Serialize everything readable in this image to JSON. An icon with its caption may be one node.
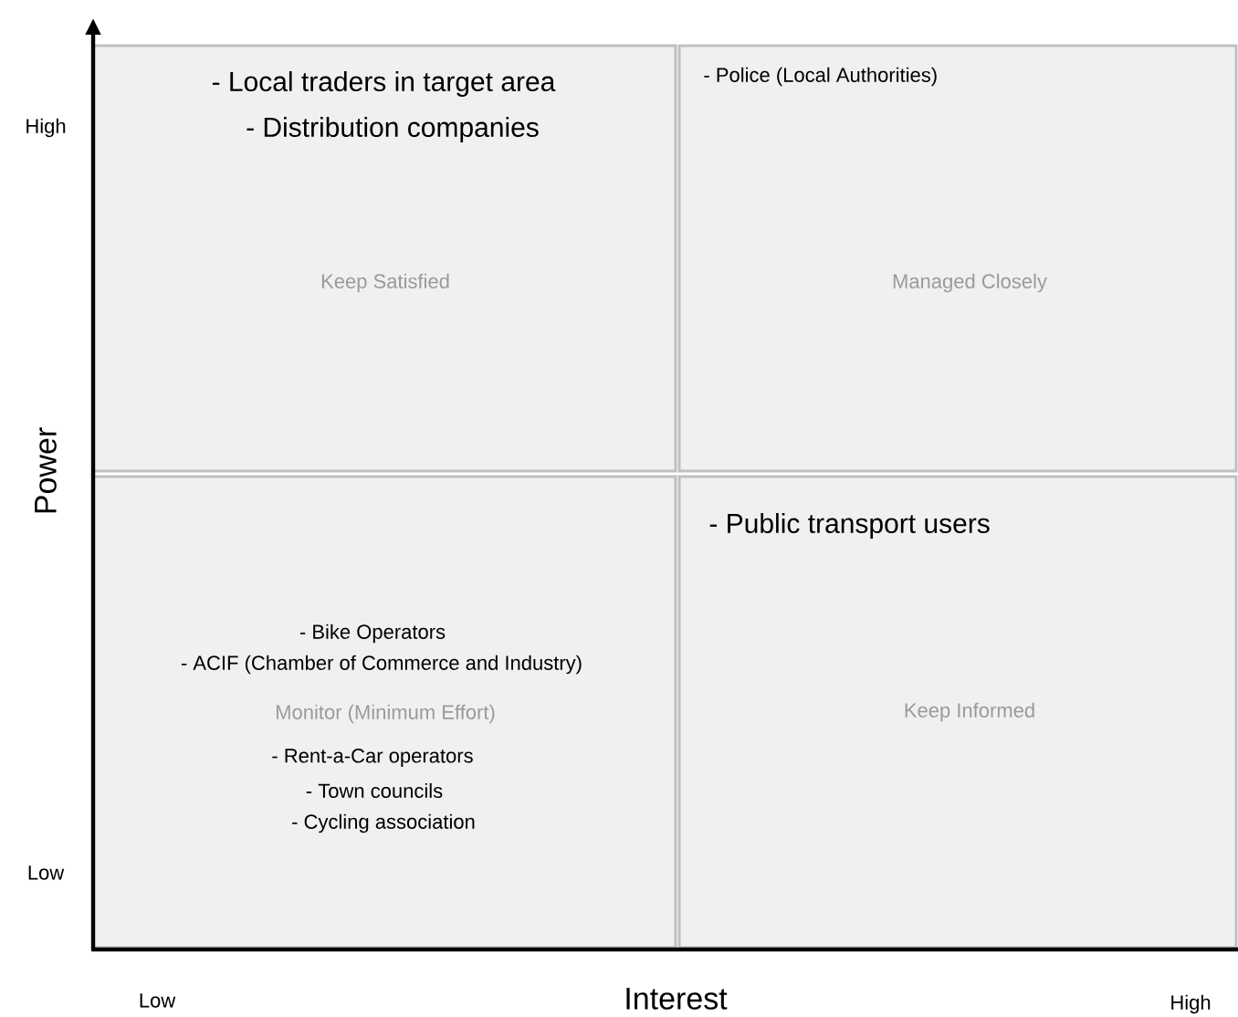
{
  "diagram": {
    "nodes": [
      {
        "text": [
          "- Local traders in target area",
          "- Distribution companies",
          "Keep Satisfied"
        ]
      },
      {
        "text": [
          "- Police (Local Authorities)",
          "Managed Closely"
        ]
      },
      {
        "text": [
          "- Bike Operators",
          "- ACIF (Chamber of Commerce and Industry)",
          "Monitor (Minimum Effort)",
          "- Rent-a-Car operators",
          "- Town councils",
          "- Cycling association"
        ]
      },
      {
        "text": [
          "- Public transport users",
          "Keep Informed"
        ]
      }
    ],
    "labels": [
      "High",
      "Power",
      "Low",
      "Low",
      "Interest",
      "High"
    ]
  }
}
